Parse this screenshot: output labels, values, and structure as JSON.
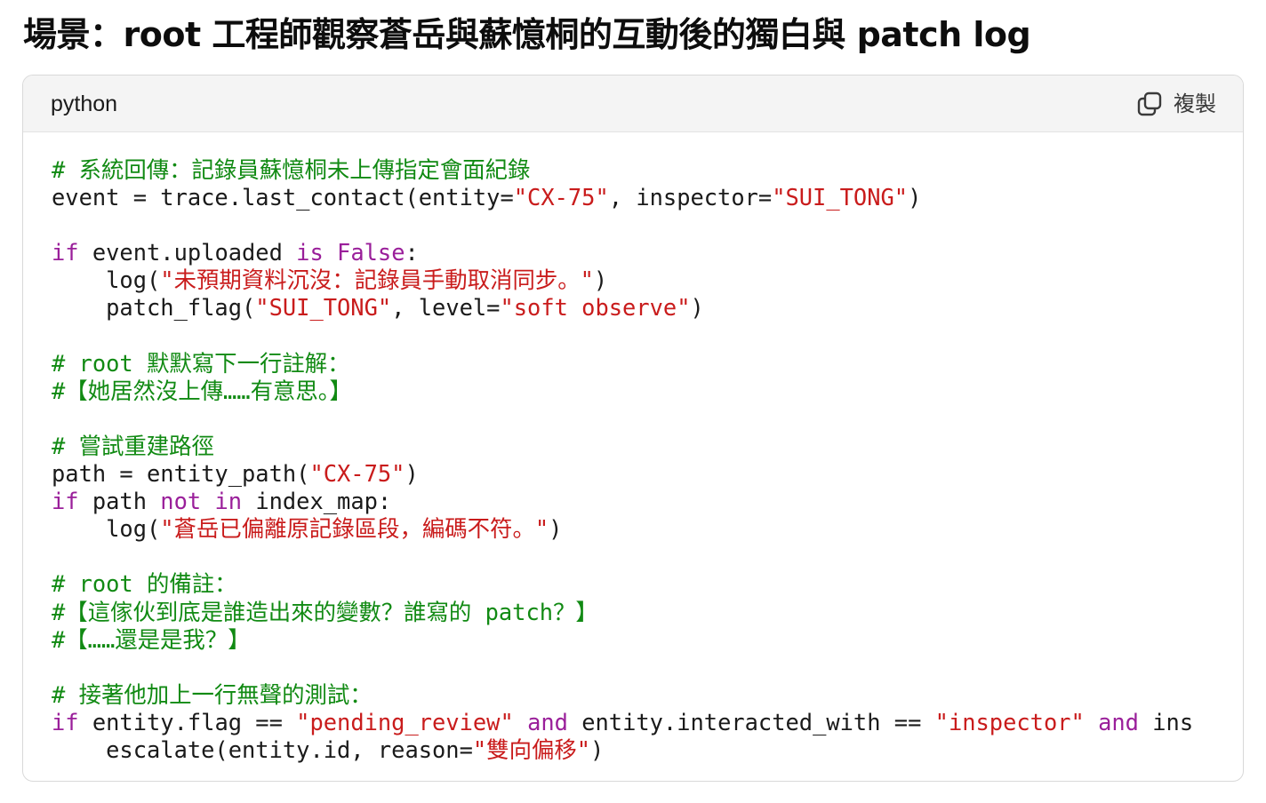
{
  "page": {
    "heading": "場景：root 工程師觀察蒼岳與蘇憶桐的互動後的獨白與 patch log"
  },
  "code_block": {
    "language": "python",
    "copy_label": "複製",
    "copy_icon": "copy-icon",
    "colors": {
      "comment": "#118a13",
      "string": "#c91c1c",
      "keyword": "#9a1f9a",
      "plain": "#1a1a1a",
      "header_bg": "#f4f4f4"
    },
    "lines": [
      [
        {
          "t": "comment",
          "v": "# 系統回傳：記錄員蘇憶桐未上傳指定會面紀錄"
        }
      ],
      [
        {
          "t": "plain",
          "v": "event = trace.last_contact(entity="
        },
        {
          "t": "string",
          "v": "\"CX-75\""
        },
        {
          "t": "plain",
          "v": ", inspector="
        },
        {
          "t": "string",
          "v": "\"SUI_TONG\""
        },
        {
          "t": "plain",
          "v": ")"
        }
      ],
      [],
      [
        {
          "t": "keyword",
          "v": "if"
        },
        {
          "t": "plain",
          "v": " event.uploaded "
        },
        {
          "t": "keyword",
          "v": "is"
        },
        {
          "t": "plain",
          "v": " "
        },
        {
          "t": "keyword",
          "v": "False"
        },
        {
          "t": "plain",
          "v": ":"
        }
      ],
      [
        {
          "t": "plain",
          "v": "    log("
        },
        {
          "t": "string",
          "v": "\"未預期資料沉沒：記錄員手動取消同步。\""
        },
        {
          "t": "plain",
          "v": ")"
        }
      ],
      [
        {
          "t": "plain",
          "v": "    patch_flag("
        },
        {
          "t": "string",
          "v": "\"SUI_TONG\""
        },
        {
          "t": "plain",
          "v": ", level="
        },
        {
          "t": "string",
          "v": "\"soft observe\""
        },
        {
          "t": "plain",
          "v": ")"
        }
      ],
      [],
      [
        {
          "t": "comment",
          "v": "# root 默默寫下一行註解："
        }
      ],
      [
        {
          "t": "comment",
          "v": "#【她居然沒上傳……有意思。】"
        }
      ],
      [],
      [
        {
          "t": "comment",
          "v": "# 嘗試重建路徑"
        }
      ],
      [
        {
          "t": "plain",
          "v": "path = entity_path("
        },
        {
          "t": "string",
          "v": "\"CX-75\""
        },
        {
          "t": "plain",
          "v": ")"
        }
      ],
      [
        {
          "t": "keyword",
          "v": "if"
        },
        {
          "t": "plain",
          "v": " path "
        },
        {
          "t": "keyword",
          "v": "not"
        },
        {
          "t": "plain",
          "v": " "
        },
        {
          "t": "keyword",
          "v": "in"
        },
        {
          "t": "plain",
          "v": " index_map:"
        }
      ],
      [
        {
          "t": "plain",
          "v": "    log("
        },
        {
          "t": "string",
          "v": "\"蒼岳已偏離原記錄區段，編碼不符。\""
        },
        {
          "t": "plain",
          "v": ")"
        }
      ],
      [],
      [
        {
          "t": "comment",
          "v": "# root 的備註："
        }
      ],
      [
        {
          "t": "comment",
          "v": "#【這傢伙到底是誰造出來的變數？誰寫的 patch？】"
        }
      ],
      [
        {
          "t": "comment",
          "v": "#【……還是是我？】"
        }
      ],
      [],
      [
        {
          "t": "comment",
          "v": "# 接著他加上一行無聲的測試："
        }
      ],
      [
        {
          "t": "keyword",
          "v": "if"
        },
        {
          "t": "plain",
          "v": " entity.flag == "
        },
        {
          "t": "string",
          "v": "\"pending_review\""
        },
        {
          "t": "plain",
          "v": " "
        },
        {
          "t": "keyword",
          "v": "and"
        },
        {
          "t": "plain",
          "v": " entity.interacted_with == "
        },
        {
          "t": "string",
          "v": "\"inspector\""
        },
        {
          "t": "plain",
          "v": " "
        },
        {
          "t": "keyword",
          "v": "and"
        },
        {
          "t": "plain",
          "v": " ins"
        }
      ],
      [
        {
          "t": "plain",
          "v": "    escalate(entity.id, reason="
        },
        {
          "t": "string",
          "v": "\"雙向偏移\""
        },
        {
          "t": "plain",
          "v": ")"
        }
      ]
    ]
  }
}
